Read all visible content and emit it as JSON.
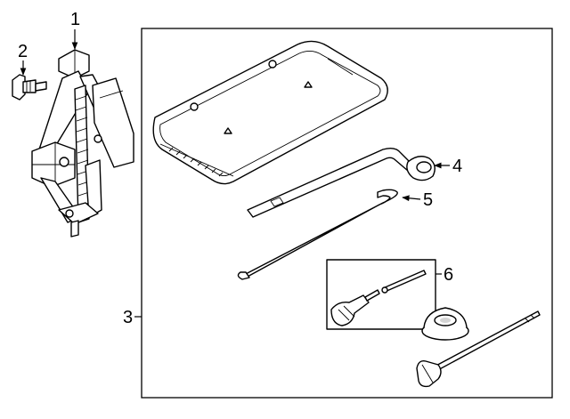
{
  "callouts": {
    "c1": "1",
    "c2": "2",
    "c3": "3",
    "c4": "4",
    "c5": "5",
    "c6": "6"
  },
  "colors": {
    "line": "#000000",
    "background": "#ffffff",
    "shade": "#d4d4d4"
  }
}
